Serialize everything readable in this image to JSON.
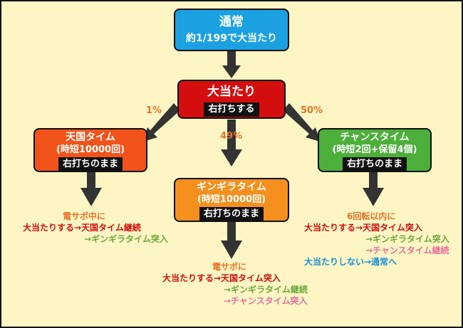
{
  "colors": {
    "background": "#fdf6c4",
    "normal_box": "#1ba1e2",
    "hit_box": "#d40e0e",
    "tengoku_box": "#f2531b",
    "gingira_box": "#f5901e",
    "chance_box": "#4caf3a",
    "arrow": "#333333",
    "percent_text": "#e8742c",
    "red_text": "#d40e0e",
    "green_text": "#6aa83c",
    "pink_text": "#ea6fa0",
    "blue_text": "#1a8fd6"
  },
  "normal": {
    "title": "通常",
    "subtitle": "約1/199で大当たり"
  },
  "hit": {
    "title": "大当たり",
    "tag": "右打ちする"
  },
  "branches": {
    "tengoku_pct": "1%",
    "gingira_pct": "49%",
    "chance_pct": "50%"
  },
  "tengoku": {
    "title": "天国タイム",
    "subtitle": "(時短10000回)",
    "tag": "右打ちのまま",
    "notes": [
      "電サポ中に",
      "大当たりする→天国タイム継続",
      "→ギンギラタイム突入"
    ]
  },
  "gingira": {
    "title": "ギンギラタイム",
    "subtitle": "(時短10000回)",
    "tag": "右打ちのまま",
    "notes": [
      "電サポに",
      "大当たりする→天国タイム突入",
      "→ギンギラタイム継続",
      "→チャンスタイム突入"
    ]
  },
  "chance": {
    "title": "チャンスタイム",
    "subtitle": "(時短2回+保留4個)",
    "tag": "右打ちのまま",
    "notes": [
      "6回転以内に",
      "大当たりする→天国タイム突入",
      "→ギンギラタイム突入",
      "→チャンスタイム継続",
      "大当たりしない→通常へ"
    ]
  }
}
